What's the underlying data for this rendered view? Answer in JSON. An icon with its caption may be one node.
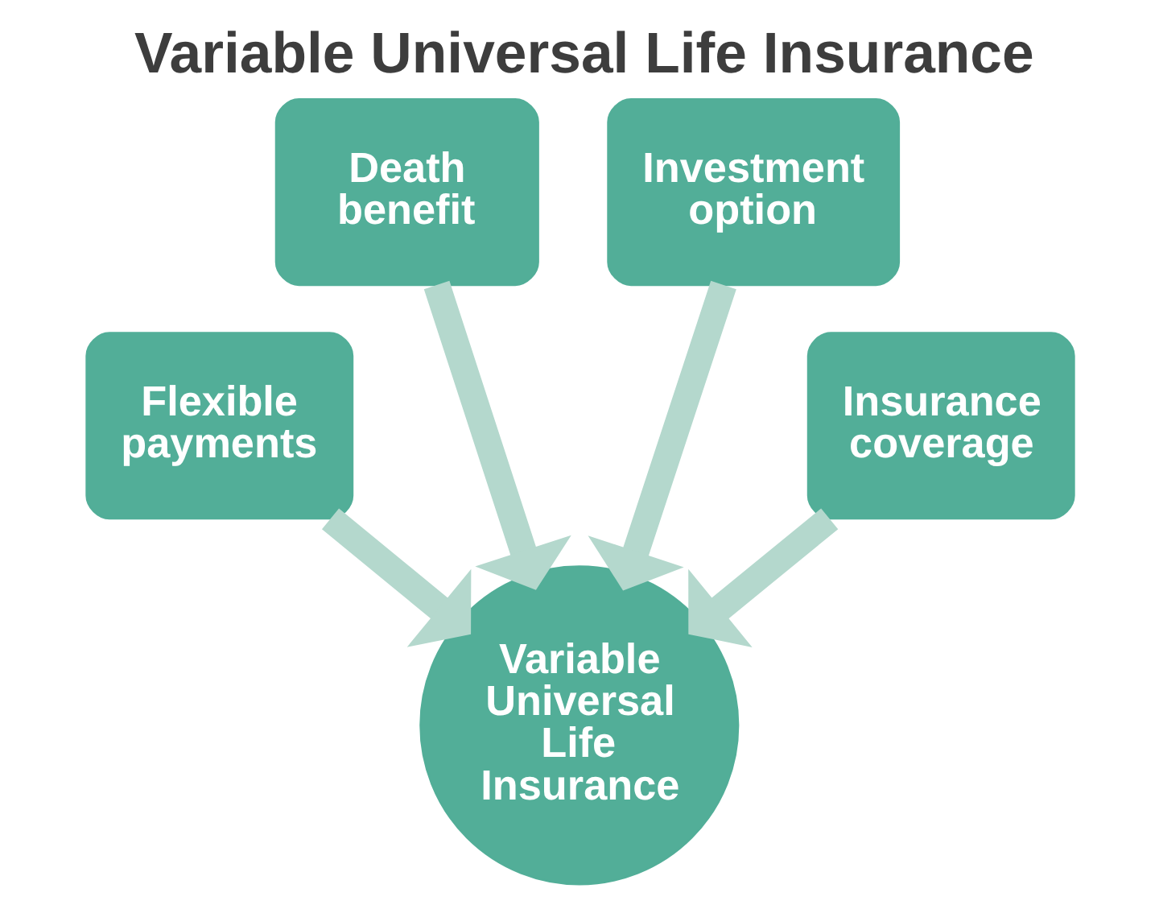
{
  "diagram": {
    "title": "Variable Universal Life Insurance",
    "nodes": [
      {
        "text": [
          "Death benefit"
        ]
      },
      {
        "text": [
          "Investment option"
        ]
      },
      {
        "text": [
          "Flexible payments"
        ]
      },
      {
        "text": [
          "Variable Universal Life Insurance"
        ]
      },
      {
        "text": [
          "Insurance coverage"
        ]
      }
    ],
    "edges": [
      {
        "from": 0,
        "to": 3,
        "arrow": "to"
      },
      {
        "from": 1,
        "to": 3,
        "arrow": "to"
      },
      {
        "from": 2,
        "to": 3,
        "arrow": "to"
      },
      {
        "from": 4,
        "to": 3,
        "arrow": "to"
      }
    ]
  }
}
